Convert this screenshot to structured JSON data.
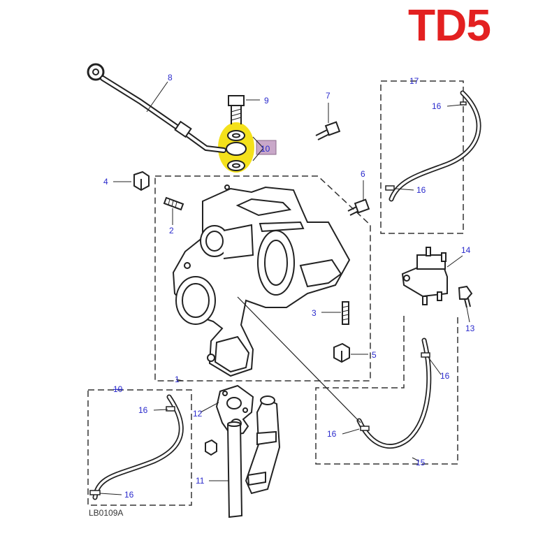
{
  "diagram": {
    "title": "TD5",
    "reference": "LB0109A",
    "callouts": [
      "1",
      "2",
      "3",
      "4",
      "5",
      "6",
      "7",
      "8",
      "9",
      "10",
      "10",
      "11",
      "12",
      "13",
      "14",
      "15",
      "16",
      "16",
      "16",
      "16",
      "16",
      "16",
      "17"
    ],
    "colors": {
      "title": "#e32020",
      "callout": "#2a2acc",
      "highlight": "#f4e11b",
      "highlight_box": "#c9a8c9",
      "line": "#222222"
    }
  }
}
